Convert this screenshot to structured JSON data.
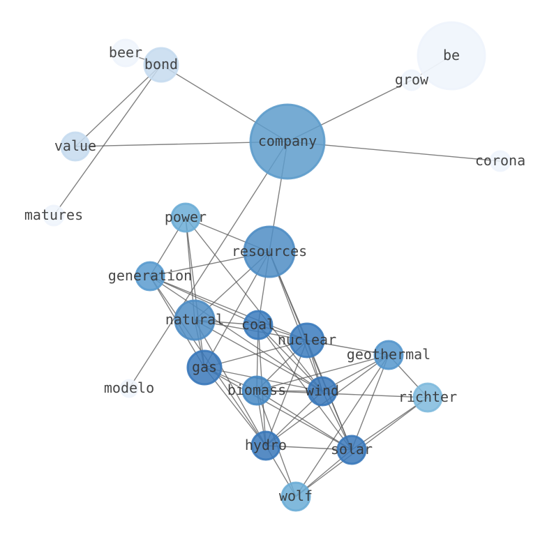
{
  "nodes": [
    {
      "id": "be",
      "label": "be"
    },
    {
      "id": "grow",
      "label": "grow"
    },
    {
      "id": "beer",
      "label": "beer"
    },
    {
      "id": "bond",
      "label": "bond"
    },
    {
      "id": "value",
      "label": "value"
    },
    {
      "id": "company",
      "label": "company"
    },
    {
      "id": "corona",
      "label": "corona"
    },
    {
      "id": "matures",
      "label": "matures"
    },
    {
      "id": "power",
      "label": "power"
    },
    {
      "id": "resources",
      "label": "resources"
    },
    {
      "id": "generation",
      "label": "generation"
    },
    {
      "id": "natural",
      "label": "natural"
    },
    {
      "id": "coal",
      "label": "coal"
    },
    {
      "id": "nuclear",
      "label": "nuclear"
    },
    {
      "id": "gas",
      "label": "gas"
    },
    {
      "id": "geothermal",
      "label": "geothermal"
    },
    {
      "id": "modelo",
      "label": "modelo"
    },
    {
      "id": "biomass",
      "label": "biomass"
    },
    {
      "id": "wind",
      "label": "wind"
    },
    {
      "id": "richter",
      "label": "richter"
    },
    {
      "id": "hydro",
      "label": "hydro"
    },
    {
      "id": "solar",
      "label": "solar"
    },
    {
      "id": "wolf",
      "label": "wolf"
    }
  ],
  "edges": [
    [
      "company",
      "bond"
    ],
    [
      "company",
      "value"
    ],
    [
      "company",
      "grow"
    ],
    [
      "company",
      "corona"
    ],
    [
      "company",
      "modelo"
    ],
    [
      "company",
      "resources"
    ],
    [
      "bond",
      "beer"
    ],
    [
      "bond",
      "value"
    ],
    [
      "bond",
      "matures"
    ],
    [
      "grow",
      "be"
    ],
    [
      "power",
      "generation"
    ],
    [
      "power",
      "resources"
    ],
    [
      "power",
      "gas"
    ],
    [
      "power",
      "natural"
    ],
    [
      "power",
      "wind"
    ],
    [
      "generation",
      "resources"
    ],
    [
      "generation",
      "coal"
    ],
    [
      "generation",
      "nuclear"
    ],
    [
      "generation",
      "gas"
    ],
    [
      "generation",
      "hydro"
    ],
    [
      "generation",
      "wind"
    ],
    [
      "resources",
      "natural"
    ],
    [
      "resources",
      "gas"
    ],
    [
      "resources",
      "coal"
    ],
    [
      "resources",
      "wind"
    ],
    [
      "resources",
      "solar"
    ],
    [
      "resources",
      "nuclear"
    ],
    [
      "natural",
      "coal"
    ],
    [
      "natural",
      "nuclear"
    ],
    [
      "natural",
      "gas"
    ],
    [
      "natural",
      "wind"
    ],
    [
      "natural",
      "hydro"
    ],
    [
      "coal",
      "nuclear"
    ],
    [
      "coal",
      "biomass"
    ],
    [
      "coal",
      "hydro"
    ],
    [
      "coal",
      "wind"
    ],
    [
      "coal",
      "solar"
    ],
    [
      "nuclear",
      "gas"
    ],
    [
      "nuclear",
      "geothermal"
    ],
    [
      "nuclear",
      "biomass"
    ],
    [
      "nuclear",
      "hydro"
    ],
    [
      "nuclear",
      "wind"
    ],
    [
      "nuclear",
      "solar"
    ],
    [
      "gas",
      "biomass"
    ],
    [
      "gas",
      "wind"
    ],
    [
      "gas",
      "hydro"
    ],
    [
      "gas",
      "solar"
    ],
    [
      "biomass",
      "wind"
    ],
    [
      "biomass",
      "geothermal"
    ],
    [
      "biomass",
      "richter"
    ],
    [
      "biomass",
      "hydro"
    ],
    [
      "biomass",
      "solar"
    ],
    [
      "biomass",
      "wolf"
    ],
    [
      "wind",
      "geothermal"
    ],
    [
      "wind",
      "hydro"
    ],
    [
      "wind",
      "solar"
    ],
    [
      "geothermal",
      "hydro"
    ],
    [
      "geothermal",
      "solar"
    ],
    [
      "geothermal",
      "wolf"
    ],
    [
      "geothermal",
      "richter"
    ],
    [
      "richter",
      "solar"
    ],
    [
      "richter",
      "wolf"
    ],
    [
      "hydro",
      "solar"
    ],
    [
      "hydro",
      "wolf"
    ],
    [
      "solar",
      "wolf"
    ]
  ]
}
